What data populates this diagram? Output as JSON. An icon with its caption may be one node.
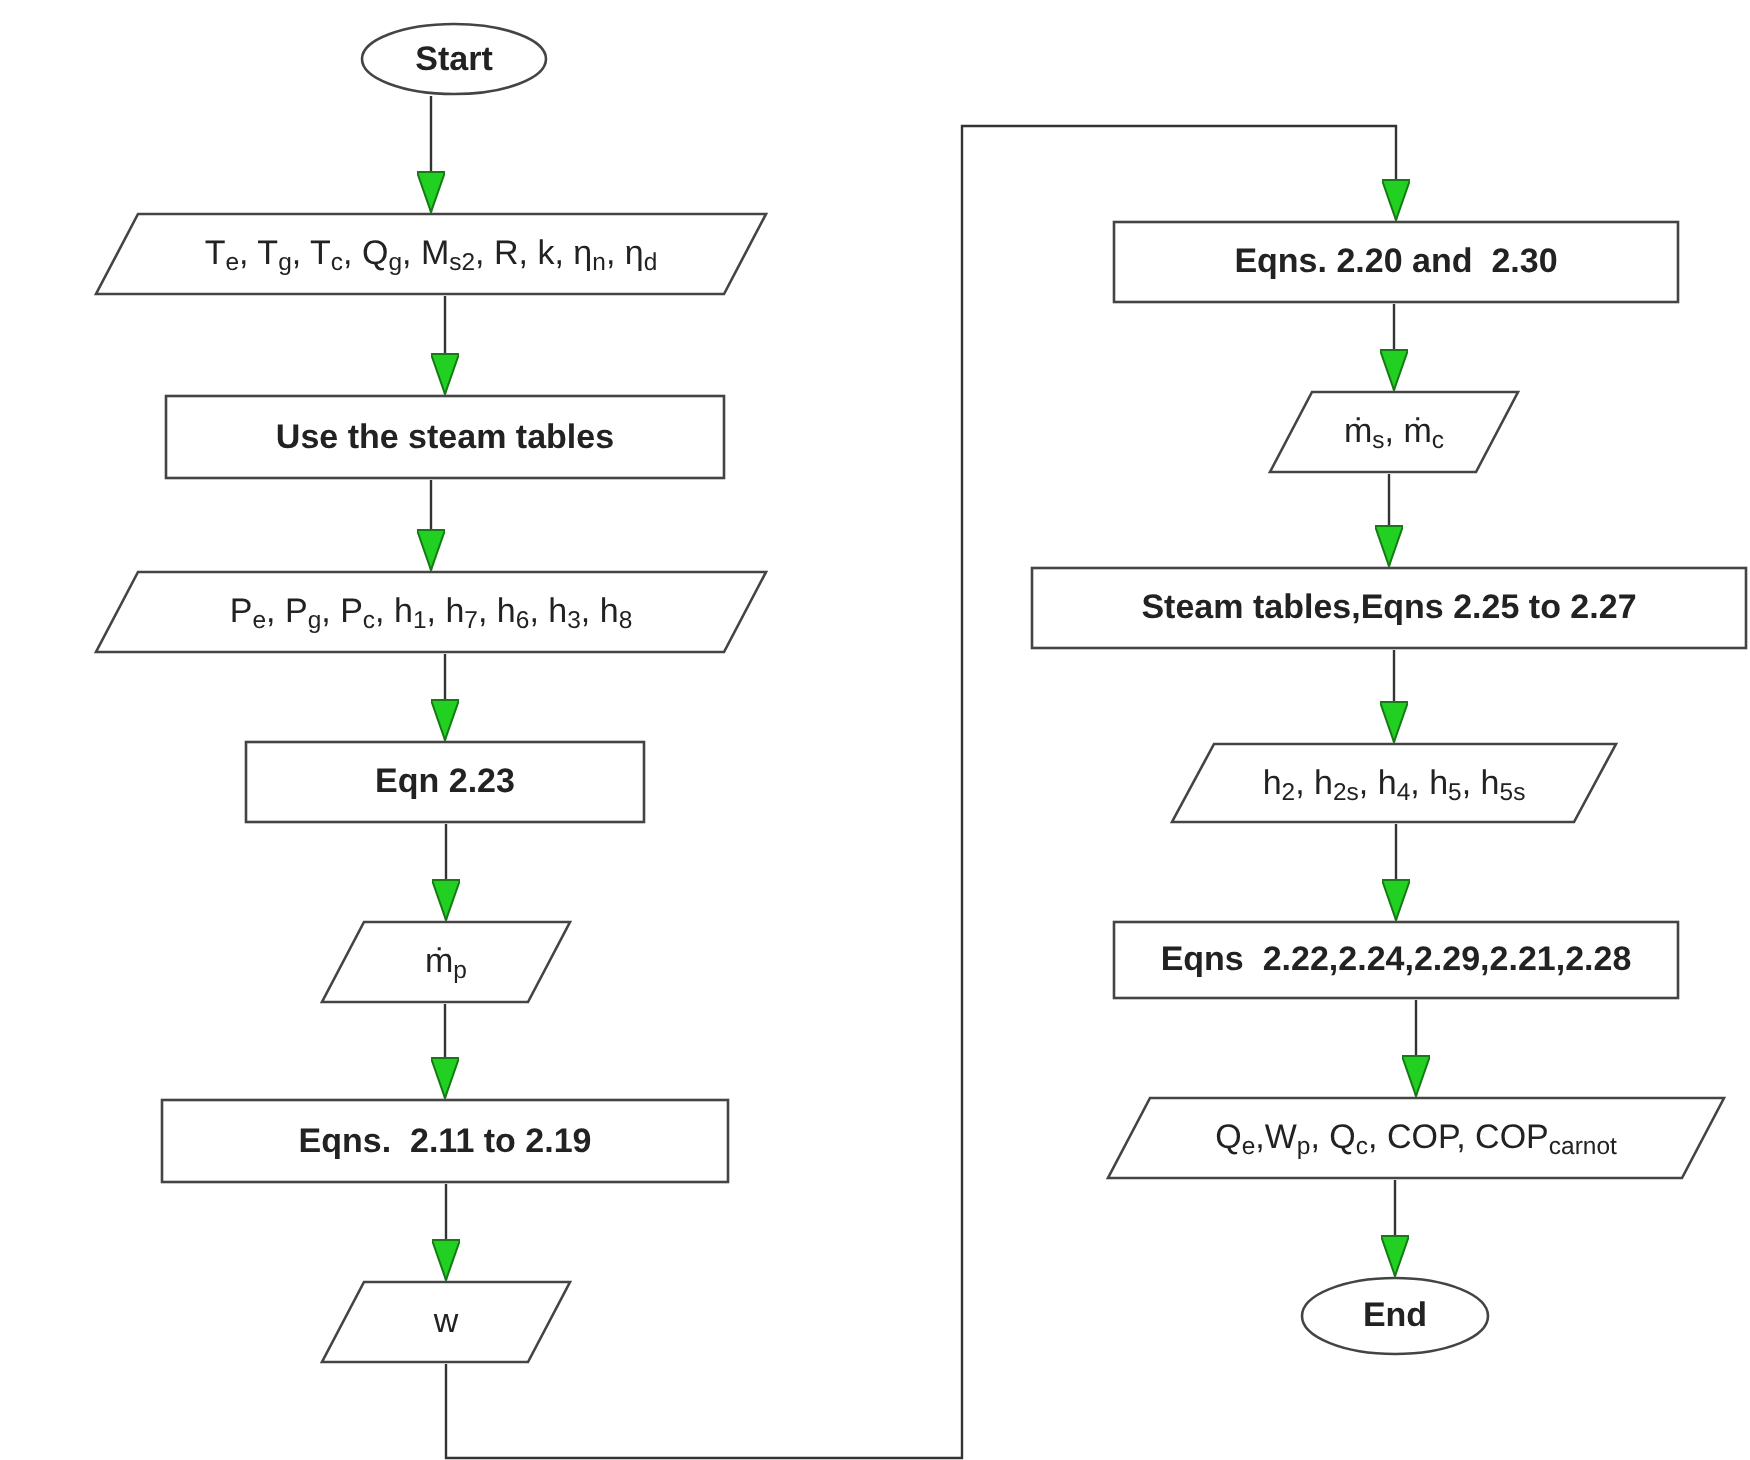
{
  "diagram": {
    "nodes": [
      {
        "text": [
          "Start"
        ]
      },
      {
        "text": [
          "T$_{e}$, T$_{g}$, T$_{c}$, Q$_{g}$, M$_{s2}$, R, k, η$_{n}$, η$_{d}$"
        ]
      },
      {
        "text": [
          "Use the steam tables"
        ]
      },
      {
        "text": [
          "P$_{e}$, P$_{g}$, P$_{c}$, h$_{1}$, h$_{7}$, h$_{6}$, h$_{3}$, h$_{8}$"
        ]
      },
      {
        "text": [
          "Eqn 2.23"
        ]
      },
      {
        "text": [
          "ṁ$_{p}$"
        ]
      },
      {
        "text": [
          "Eqns.  2.11 to 2.19"
        ]
      },
      {
        "text": [
          "w"
        ]
      },
      {
        "text": [
          "Eqns. 2.20 and  2.30"
        ]
      },
      {
        "text": [
          "ṁ$_{s}$, ṁ$_{c}$"
        ]
      },
      {
        "text": [
          "Steam tables,Eqns 2.25 to 2.27"
        ]
      },
      {
        "text": [
          "h$_{2}$, h$_{2s}$, h$_{4}$, h$_{5}$, h$_{5s}$"
        ]
      },
      {
        "text": [
          "Eqns  2.22,2.24,2.29,2.21,2.28"
        ]
      },
      {
        "text": [
          "Q$_{e}$,W$_{p}$, Q$_{c}$, COP, COP$_{carnot}$"
        ]
      },
      {
        "text": [
          "End"
        ]
      }
    ],
    "edges": [
      {
        "from": 0,
        "to": 1,
        "arrow": "to"
      },
      {
        "from": 1,
        "to": 2,
        "arrow": "to"
      },
      {
        "from": 2,
        "to": 3,
        "arrow": "to"
      },
      {
        "from": 3,
        "to": 4,
        "arrow": "to"
      },
      {
        "from": 4,
        "to": 5,
        "arrow": "to"
      },
      {
        "from": 5,
        "to": 6,
        "arrow": "to"
      },
      {
        "from": 6,
        "to": 7,
        "arrow": "to"
      },
      {
        "from": 7,
        "to": 8,
        "arrow": "to"
      },
      {
        "from": 8,
        "to": 9,
        "arrow": "to"
      },
      {
        "from": 9,
        "to": 10,
        "arrow": "to"
      },
      {
        "from": 10,
        "to": 11,
        "arrow": "to"
      },
      {
        "from": 11,
        "to": 12,
        "arrow": "to"
      },
      {
        "from": 12,
        "to": 13,
        "arrow": "to"
      },
      {
        "from": 13,
        "to": 14,
        "arrow": "to"
      }
    ]
  }
}
